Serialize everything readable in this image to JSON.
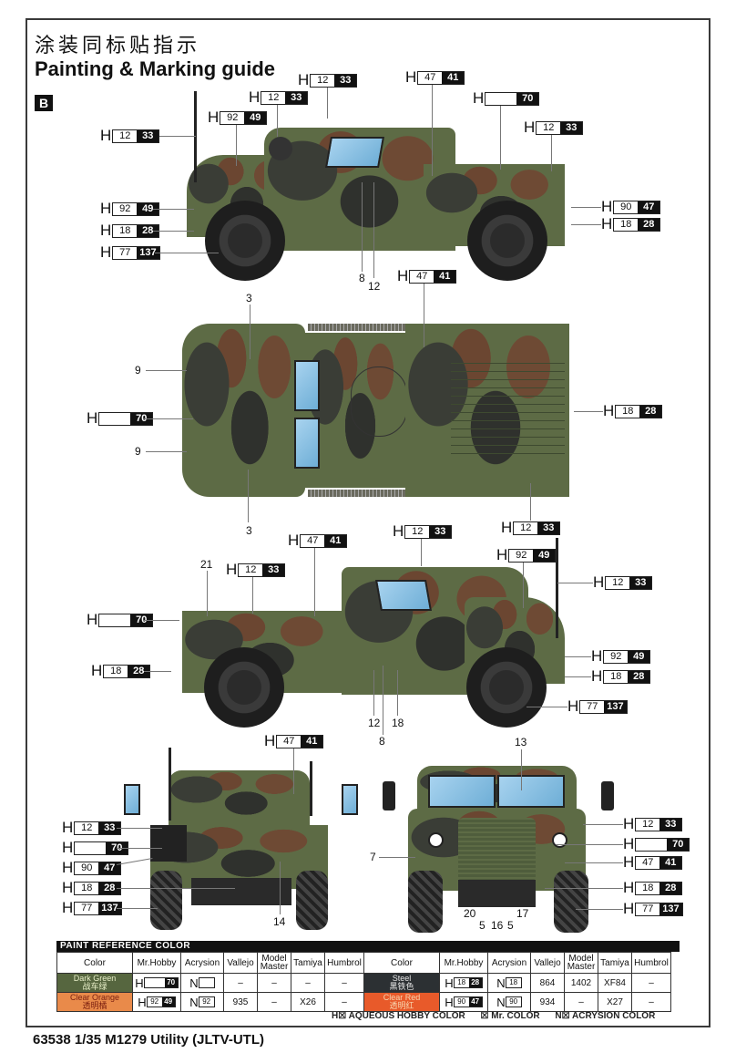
{
  "header": {
    "title_cn": "涂装同标贴指示",
    "title_en": "Painting & Marking guide",
    "section_badge": "B"
  },
  "footer": {
    "product": "63538 1/35 M1279 Utility (JLTV-UTL)"
  },
  "views": {
    "left_side": {
      "callouts": [
        {
          "h": "12",
          "k": "33"
        },
        {
          "h": "12",
          "k": "33"
        },
        {
          "h": "92",
          "k": "49"
        },
        {
          "h": "12",
          "k": "33"
        },
        {
          "h": "47",
          "k": "41"
        },
        {
          "h": "",
          "k": "70"
        },
        {
          "h": "12",
          "k": "33"
        },
        {
          "h": "92",
          "k": "49"
        },
        {
          "h": "18",
          "k": "28"
        },
        {
          "h": "77",
          "k": "137"
        },
        {
          "h": "90",
          "k": "47"
        },
        {
          "h": "18",
          "k": "28"
        }
      ],
      "part_numbers": [
        "8",
        "12"
      ]
    },
    "top": {
      "callouts": [
        {
          "h": "47",
          "k": "41"
        },
        {
          "h": "",
          "k": "70"
        },
        {
          "h": "18",
          "k": "28"
        },
        {
          "h": "12",
          "k": "33"
        }
      ],
      "part_numbers": [
        "3",
        "9",
        "9",
        "3"
      ]
    },
    "right_side": {
      "callouts": [
        {
          "h": "47",
          "k": "41"
        },
        {
          "h": "12",
          "k": "33"
        },
        {
          "h": "12",
          "k": "33"
        },
        {
          "h": "92",
          "k": "49"
        },
        {
          "h": "12",
          "k": "33"
        },
        {
          "h": "",
          "k": "70"
        },
        {
          "h": "18",
          "k": "28"
        },
        {
          "h": "92",
          "k": "49"
        },
        {
          "h": "18",
          "k": "28"
        },
        {
          "h": "77",
          "k": "137"
        }
      ],
      "part_numbers": [
        "21",
        "12",
        "18",
        "8"
      ]
    },
    "rear": {
      "callouts": [
        {
          "h": "47",
          "k": "41"
        },
        {
          "h": "12",
          "k": "33"
        },
        {
          "h": "",
          "k": "70"
        },
        {
          "h": "90",
          "k": "47"
        },
        {
          "h": "18",
          "k": "28"
        },
        {
          "h": "77",
          "k": "137"
        }
      ],
      "part_numbers": [
        "14"
      ]
    },
    "front": {
      "callouts": [
        {
          "h": "12",
          "k": "33"
        },
        {
          "h": "",
          "k": "70"
        },
        {
          "h": "47",
          "k": "41"
        },
        {
          "h": "18",
          "k": "28"
        },
        {
          "h": "77",
          "k": "137"
        }
      ],
      "part_numbers": [
        "13",
        "7",
        "20",
        "5",
        "16",
        "5",
        "17"
      ]
    }
  },
  "paint_table": {
    "title": "PAINT  REFERENCE COLOR",
    "columns": [
      "Color",
      "Mr.Hobby",
      "Acrysion",
      "Vallejo",
      "Model Master",
      "Tamiya",
      "Humbrol"
    ],
    "rows_left": [
      {
        "name": "Dark Green",
        "name_cn": "战车绿",
        "swatch": "#56663f",
        "text_color": "#e8efc8",
        "mrhobby_h": "",
        "mrhobby_k": "70",
        "acrysion": "",
        "vallejo": "–",
        "model_master": "–",
        "tamiya": "–",
        "humbrol": "–"
      },
      {
        "name": "Clear Orange",
        "name_cn": "透明橘",
        "swatch": "#e98a4a",
        "text_color": "#7a1f10",
        "mrhobby_h": "92",
        "mrhobby_k": "49",
        "acrysion": "92",
        "vallejo": "935",
        "model_master": "–",
        "tamiya": "X26",
        "humbrol": "–"
      }
    ],
    "rows_right": [
      {
        "name": "Steel",
        "name_cn": "黑铁色",
        "swatch": "#2c3033",
        "text_color": "#e6e6e6",
        "mrhobby_h": "18",
        "mrhobby_k": "28",
        "acrysion": "18",
        "vallejo": "864",
        "model_master": "1402",
        "tamiya": "XF84",
        "humbrol": "–"
      },
      {
        "name": "Clear Red",
        "name_cn": "透明红",
        "swatch": "#e85a2a",
        "text_color": "#f7d6b0",
        "mrhobby_h": "90",
        "mrhobby_k": "47",
        "acrysion": "90",
        "vallejo": "934",
        "model_master": "–",
        "tamiya": "X27",
        "humbrol": "–"
      }
    ],
    "legend": {
      "aqueous": "H☒ AQUEOUS HOBBY COLOR",
      "mr_color": "☒ Mr. COLOR",
      "acrysion": "N☒ ACRYSION COLOR"
    },
    "h_prefix": "H",
    "n_prefix": "N"
  },
  "colors": {
    "olive": "#5d6b45",
    "dark": "#2f312d",
    "brown": "#6e4a34",
    "glass": "#8cc4e6"
  }
}
